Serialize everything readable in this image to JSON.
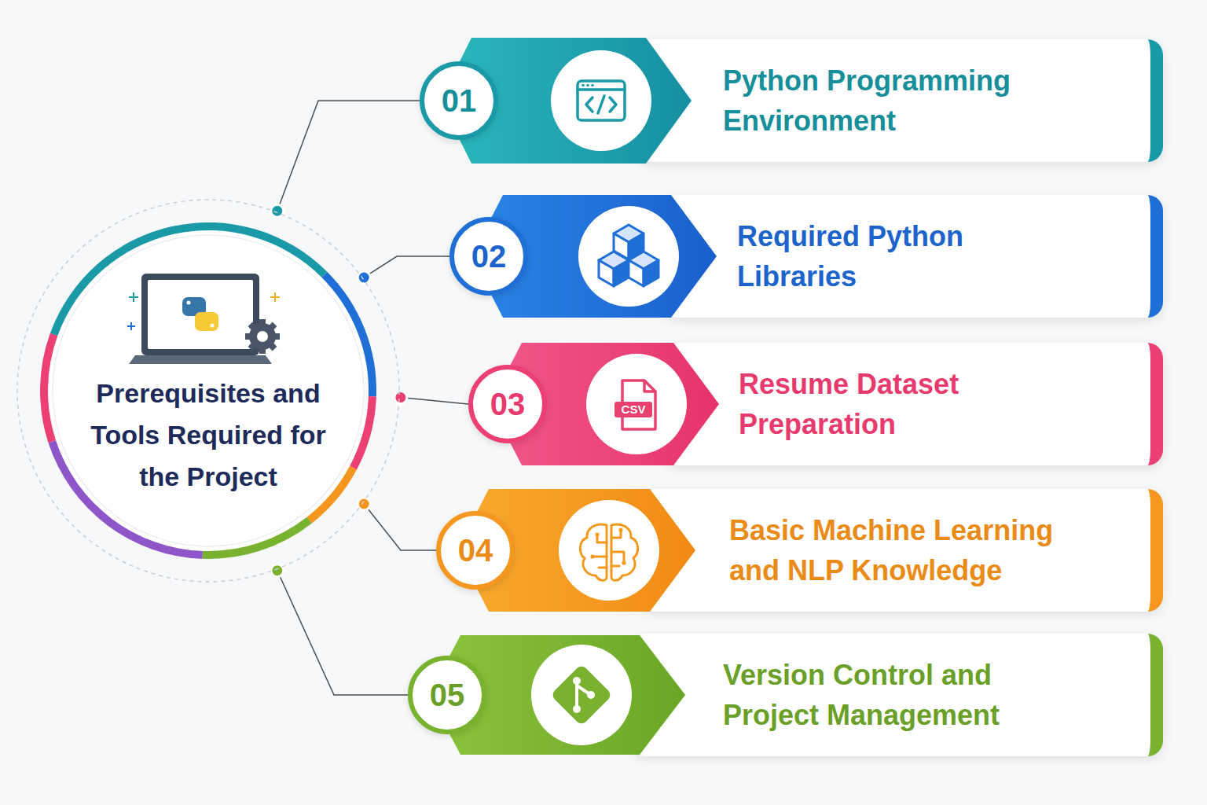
{
  "diagram": {
    "nodes": [
      {
        "text": [
          "Prerequisites and Tools Required for the Project"
        ]
      },
      {
        "text": [
          "01"
        ]
      },
      {
        "text": [
          "Python Programming Environment"
        ]
      },
      {
        "text": [
          "02"
        ]
      },
      {
        "text": [
          "Required Python Libraries"
        ]
      },
      {
        "text": [
          "03"
        ]
      },
      {
        "text": [
          "Resume Dataset Preparation"
        ]
      },
      {
        "text": [
          "04"
        ]
      },
      {
        "text": [
          "Basic Machine Learning and NLP Knowledge"
        ]
      },
      {
        "text": [
          "05"
        ]
      },
      {
        "text": [
          "Version Control and Project Management"
        ]
      }
    ],
    "edges": [
      {
        "from": 0,
        "to": 1,
        "arrow": "none"
      },
      {
        "from": 0,
        "to": 3,
        "arrow": "none"
      },
      {
        "from": 0,
        "to": 5,
        "arrow": "none"
      },
      {
        "from": 0,
        "to": 7,
        "arrow": "none"
      },
      {
        "from": 0,
        "to": 9,
        "arrow": "none"
      }
    ],
    "labels": [
      "CSV"
    ]
  }
}
